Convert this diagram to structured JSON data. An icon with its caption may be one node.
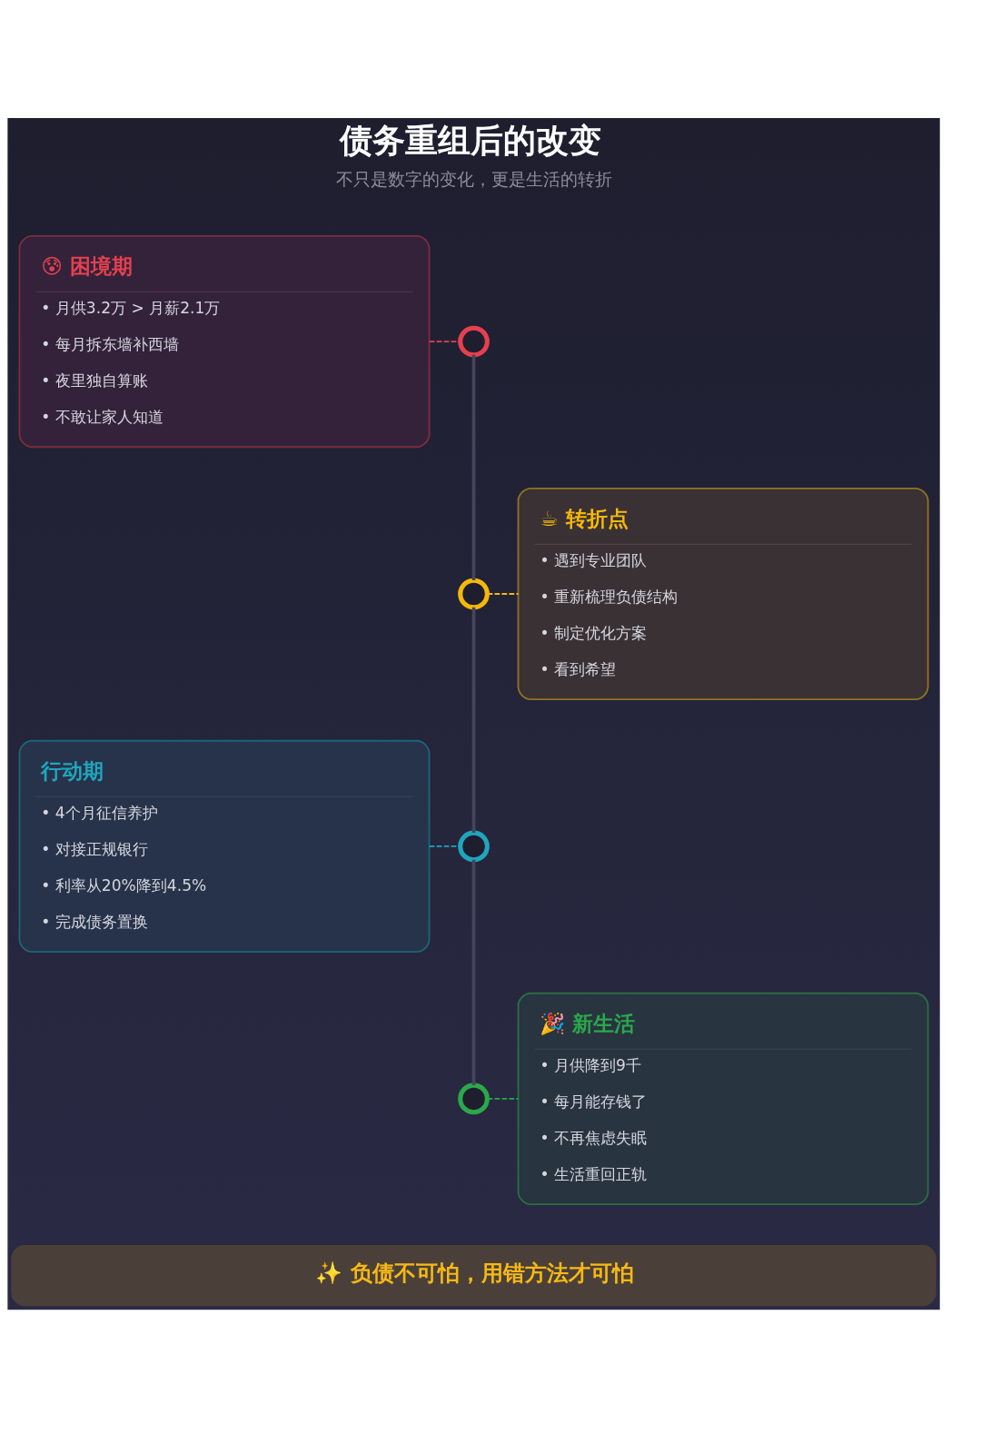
{
  "diagram": {
    "title": "债务重组后的改变",
    "nodes": [
      {
        "text": [
          "😰 困境期",
          "• 月供3.2万 > 月薪2.1万",
          "• 每月拆东墙补西墙",
          "• 夜里独自算账",
          "• 不敢让家人知道"
        ]
      },
      {
        "text": [],
        "shape": "circle"
      },
      {
        "text": [],
        "shape": "circle"
      },
      {
        "text": [
          "☕ 转折点",
          "• 遇到专业团队",
          "• 重新梳理负债结构",
          "• 制定优化方案",
          "• 看到希望"
        ]
      },
      {
        "text": [
          "行动期",
          "• 4个月征信养护",
          "• 对接正规银行",
          "• 利率从20%降到4.5%",
          "• 完成债务置换"
        ]
      },
      {
        "text": [],
        "shape": "circle"
      },
      {
        "text": [],
        "shape": "circle"
      },
      {
        "text": [
          "🎉 新生活",
          "• 月供降到9千",
          "• 每月能存钱了",
          "• 不再焦虑失眠",
          "• 生活重回正轨"
        ]
      },
      {
        "text": [
          "✨ 负债不可怕，用错方法才可怕"
        ]
      }
    ],
    "edges": [
      {
        "from": 0,
        "to": 1,
        "arrow": "none",
        "style": "dashed",
        "color": "#e5404f"
      },
      {
        "from": 1,
        "to": 2,
        "arrow": "none",
        "color": "#45455c"
      },
      {
        "from": 2,
        "to": 3,
        "arrow": "none",
        "style": "dashed",
        "color": "#f5b80a"
      },
      {
        "from": 2,
        "to": 5,
        "arrow": "none",
        "color": "#45455c"
      },
      {
        "from": 4,
        "to": 5,
        "arrow": "none",
        "style": "dashed",
        "color": "#1fa6bd"
      },
      {
        "from": 5,
        "to": 6,
        "arrow": "none",
        "color": "#45455c"
      },
      {
        "from": 6,
        "to": 7,
        "arrow": "none",
        "style": "dashed",
        "color": "#2aa84a"
      }
    ],
    "labels": [
      "不只是数字的变化，更是生活的转折"
    ]
  }
}
